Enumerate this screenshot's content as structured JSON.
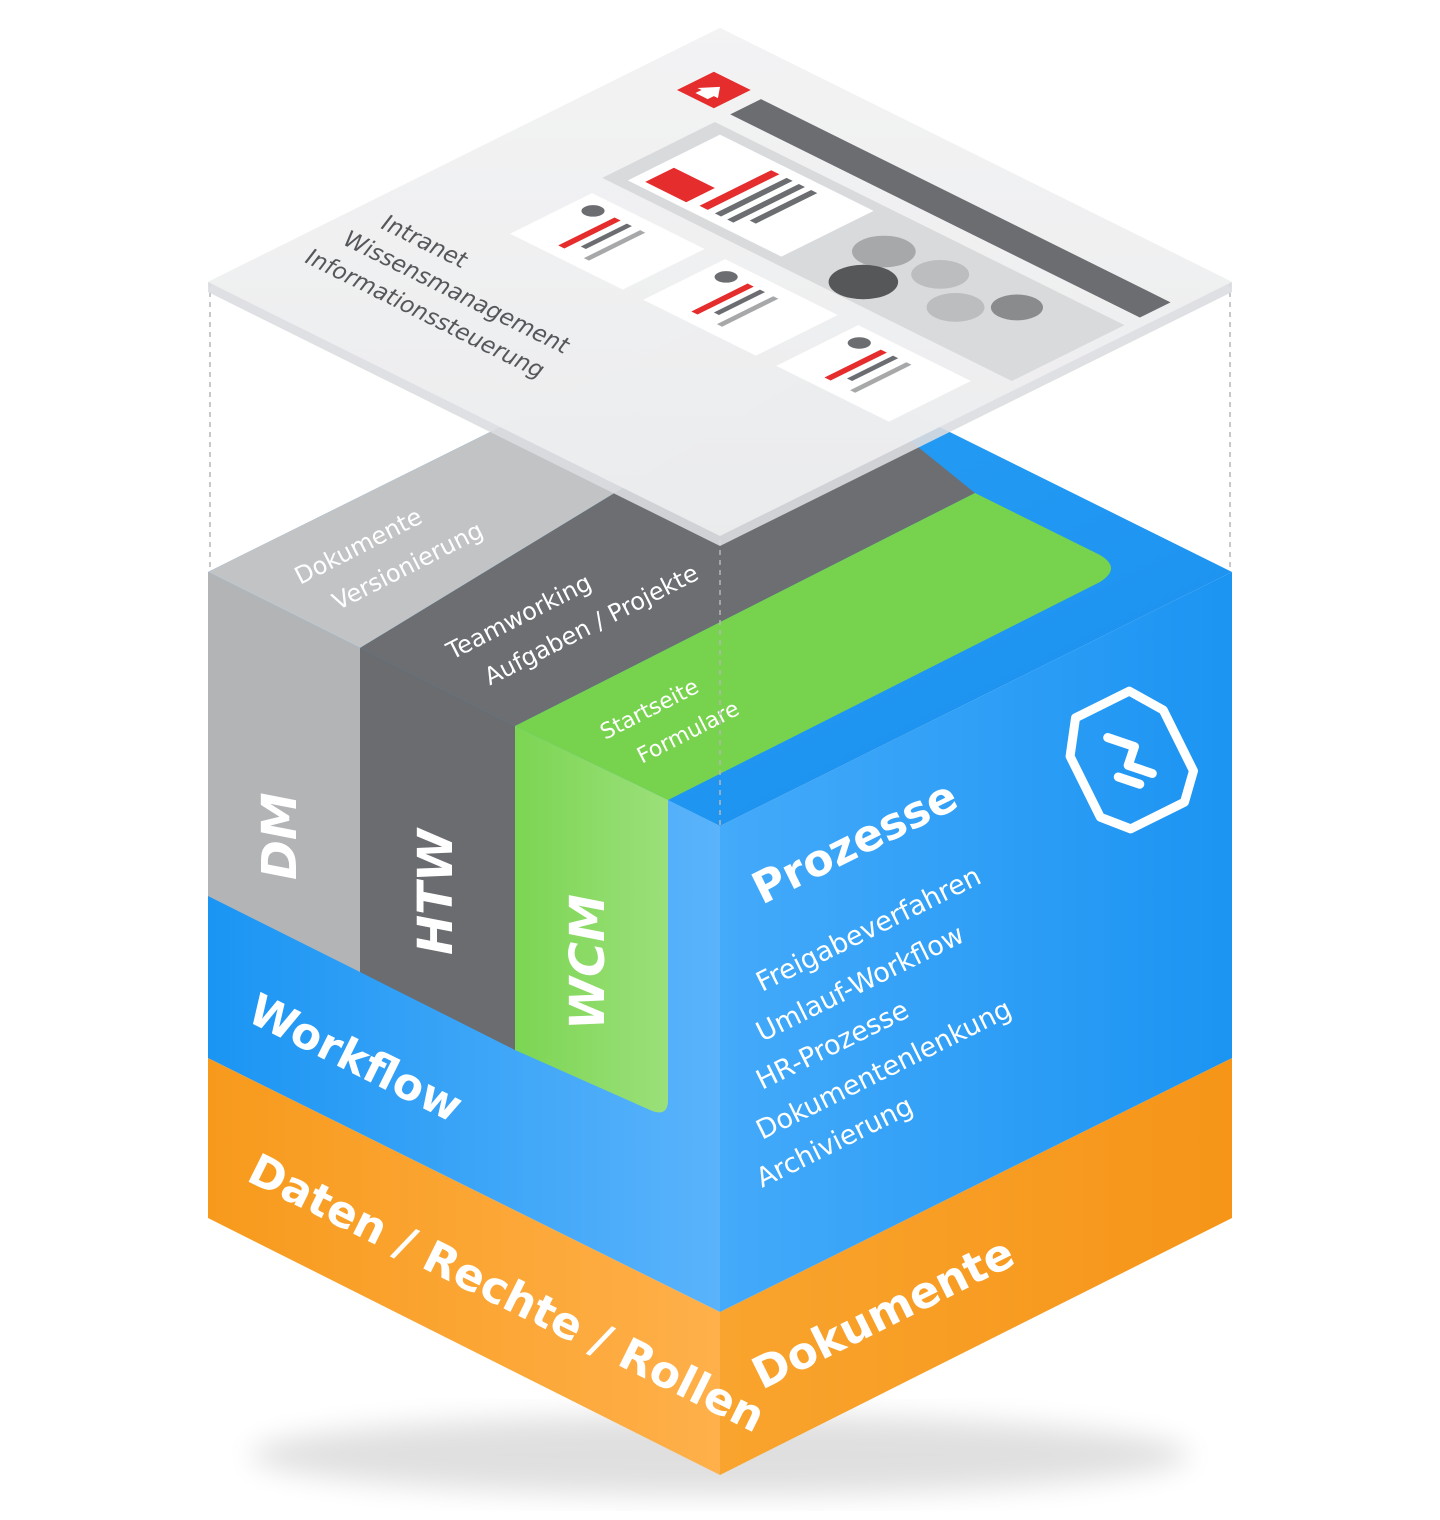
{
  "top_layer": {
    "lines": [
      "Intranet",
      "Wissensmanagement",
      "Informationssteuerung"
    ]
  },
  "modules": {
    "dm": {
      "abbr": "DM",
      "lines": [
        "Dokumente",
        "Versionierung"
      ]
    },
    "htw": {
      "abbr": "HTW",
      "lines": [
        "Teamworking",
        "Aufgaben / Projekte"
      ]
    },
    "wcm": {
      "abbr": "WCM",
      "lines": [
        "Startseite",
        "Formulare"
      ]
    }
  },
  "workflow": {
    "label": "Workflow"
  },
  "prozesse": {
    "title": "Prozesse",
    "items": [
      "Freigabeverfahren",
      "Umlauf-Workflow",
      "HR-Prozesse",
      "Dokumentenlenkung",
      "Archivierung"
    ]
  },
  "base": {
    "left_label": "Daten / Rechte / Rollen",
    "right_label": "Dokumente"
  },
  "colors": {
    "blue": "#1e9bf5",
    "orange": "#f89c1f",
    "green": "#7dd654",
    "gray_dark": "#6b6d71",
    "gray_light": "#b5b6b8",
    "red": "#e62d2d"
  },
  "icons": {
    "logo": "process-shield-icon",
    "screen_badge": "home-icon"
  }
}
